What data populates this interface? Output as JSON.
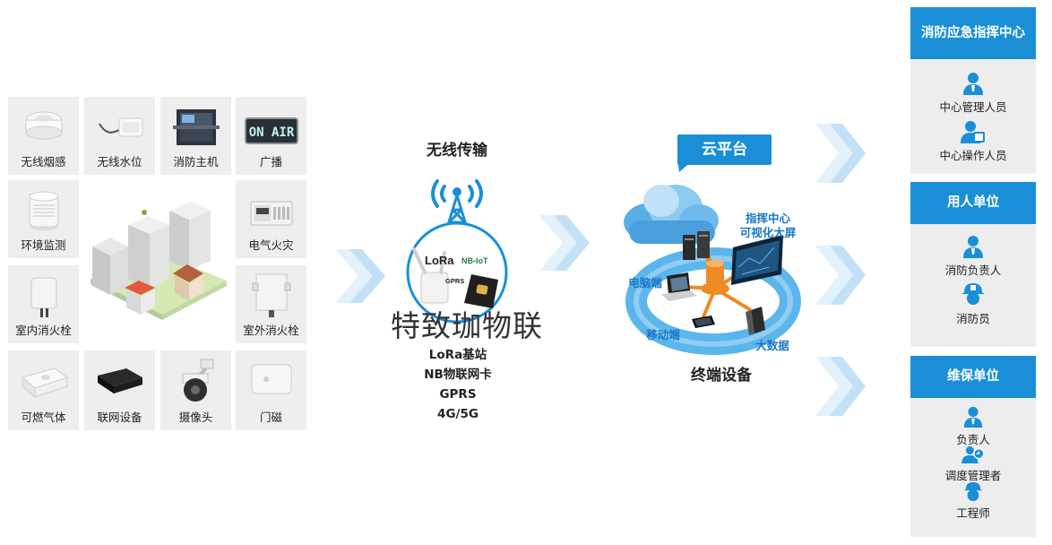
{
  "devices": [
    {
      "label": "无线烟感",
      "icon": "smoke-detector-icon"
    },
    {
      "label": "无线水位",
      "icon": "water-level-sensor-icon"
    },
    {
      "label": "消防主机",
      "icon": "fire-host-icon"
    },
    {
      "label": "广播",
      "icon": "broadcast-icon"
    },
    {
      "label": "环境监测",
      "icon": "environment-monitor-icon"
    },
    {
      "label": "电气火灾",
      "icon": "electrical-fire-icon"
    },
    {
      "label": "室内消火栓",
      "icon": "indoor-hydrant-icon"
    },
    {
      "label": "室外消火栓",
      "icon": "outdoor-hydrant-icon"
    },
    {
      "label": "可燃气体",
      "icon": "gas-detector-icon"
    },
    {
      "label": "联网设备",
      "icon": "network-device-icon"
    },
    {
      "label": "摄像头",
      "icon": "camera-icon"
    },
    {
      "label": "门磁",
      "icon": "door-sensor-icon"
    }
  ],
  "broadcast_sign": "ON AIR",
  "wireless": {
    "title": "无线传输",
    "badge_lora": "LoRa",
    "badge_nbiot": "NB-IoT",
    "badge_gprs": "GPRS",
    "watermark": "特致珈物联",
    "list": [
      "LoRa基站",
      "NB物联网卡",
      "GPRS",
      "4G/5G"
    ]
  },
  "cloud": {
    "badge": "云平台",
    "command_center": "指挥中心\n可视化大屏",
    "pc": "电脑端",
    "mobile": "移动端",
    "bigdata": "大数据",
    "caption": "终端设备"
  },
  "orgs": [
    {
      "title": "消防应急指挥中心",
      "roles": [
        {
          "label": "中心管理人员",
          "icon": "manager-icon"
        },
        {
          "label": "中心操作人员",
          "icon": "operator-icon"
        }
      ]
    },
    {
      "title": "用人单位",
      "roles": [
        {
          "label": "消防负责人",
          "icon": "person-icon"
        },
        {
          "label": "消防员",
          "icon": "firefighter-icon"
        }
      ]
    },
    {
      "title": "维保单位",
      "roles": [
        {
          "label": "负责人",
          "icon": "person-icon"
        },
        {
          "label": "调度管理者",
          "icon": "dispatcher-icon"
        },
        {
          "label": "工程师",
          "icon": "engineer-icon"
        }
      ]
    }
  ],
  "colors": {
    "accent": "#1a8fd8",
    "tile": "#eeeeee",
    "panel": "#ededed",
    "ring": "#5bb6ec",
    "orange": "#f08a24"
  }
}
